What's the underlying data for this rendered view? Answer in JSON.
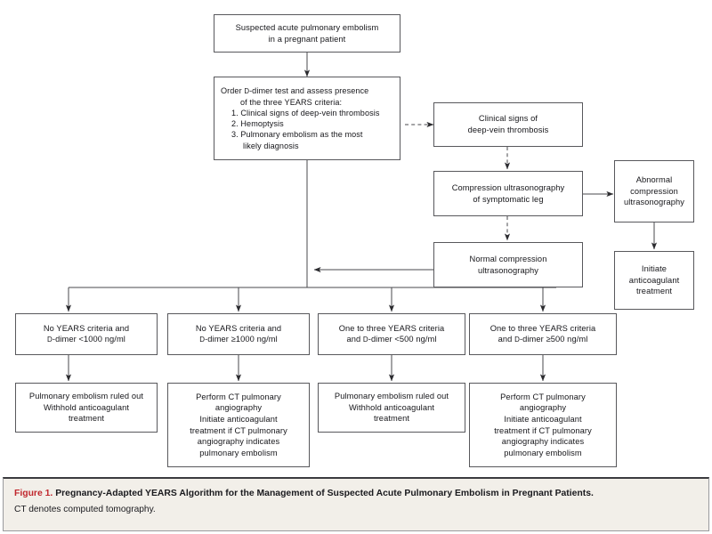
{
  "figure": {
    "caption_label": "Figure 1.",
    "caption_title": "Pregnancy-Adapted YEARS Algorithm for the Management of Suspected Acute Pulmonary Embolism in Pregnant Patients.",
    "caption_note": "CT denotes computed tomography.",
    "label_color": "#c0272d",
    "panel_background": "#f2efe9",
    "border_color": "#58585c"
  },
  "nodes": {
    "start": {
      "line1": "Suspected acute pulmonary embolism",
      "line2": "in a pregnant patient"
    },
    "years_assessment": {
      "line1": "Order D-dimer test and assess presence",
      "line2": "of the three YEARS criteria:",
      "line3": "1. Clinical signs of deep-vein thrombosis",
      "line4": "2. Hemoptysis",
      "line5": "3. Pulmonary embolism as the most",
      "line6": "likely diagnosis"
    },
    "clinical_signs_dvt": {
      "line1": "Clinical signs of",
      "line2": "deep-vein thrombosis"
    },
    "compression_us": {
      "line1": "Compression ultrasonography",
      "line2": "of symptomatic leg"
    },
    "abnormal_us": {
      "line1": "Abnormal",
      "line2": "compression",
      "line3": "ultrasonography"
    },
    "initiate_anticoagulant": {
      "line1": "Initiate",
      "line2": "anticoagulant",
      "line3": "treatment"
    },
    "normal_us": {
      "line1": "Normal compression",
      "line2": "ultrasonography"
    },
    "branch1": {
      "line1": "No YEARS criteria and",
      "line2": "D-dimer <1000 ng/ml"
    },
    "branch2": {
      "line1": "No YEARS criteria and",
      "line2": "D-dimer ≥1000 ng/ml"
    },
    "branch3": {
      "line1": "One to three YEARS criteria",
      "line2": "and D-dimer <500 ng/ml"
    },
    "branch4": {
      "line1": "One to three YEARS criteria",
      "line2": "and D-dimer ≥500 ng/ml"
    },
    "outcome1": {
      "line1": "Pulmonary embolism ruled out",
      "line2": "Withhold anticoagulant",
      "line3": "treatment"
    },
    "outcome2": {
      "line1": "Perform CT pulmonary",
      "line2": "angiography",
      "line3": "Initiate anticoagulant",
      "line4": "treatment if CT pulmonary",
      "line5": "angiography indicates",
      "line6": "pulmonary embolism"
    },
    "outcome3": {
      "line1": "Pulmonary embolism ruled out",
      "line2": "Withhold anticoagulant",
      "line3": "treatment"
    },
    "outcome4": {
      "line1": "Perform CT pulmonary",
      "line2": "angiography",
      "line3": "Initiate anticoagulant",
      "line4": "treatment if CT pulmonary",
      "line5": "angiography indicates",
      "line6": "pulmonary embolism"
    }
  }
}
